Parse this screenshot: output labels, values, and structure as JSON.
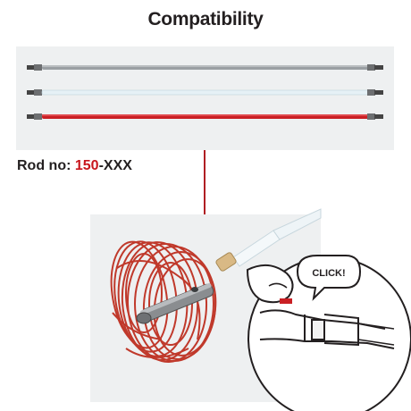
{
  "header": {
    "title": "Compatibility"
  },
  "rod_label": {
    "prefix": "Rod no: ",
    "number": "150",
    "suffix": "-XXX"
  },
  "callout": {
    "text": "CLICK!"
  },
  "colors": {
    "accent_red": "#c8161d",
    "rod_grey": "#9a9fa3",
    "rod_white": "#e6f1f6",
    "rod_red": "#c91f24",
    "panel_bg": "#eef0f1"
  },
  "rods": [
    {
      "name": "grey-rod"
    },
    {
      "name": "white-rod"
    },
    {
      "name": "red-rod"
    }
  ]
}
